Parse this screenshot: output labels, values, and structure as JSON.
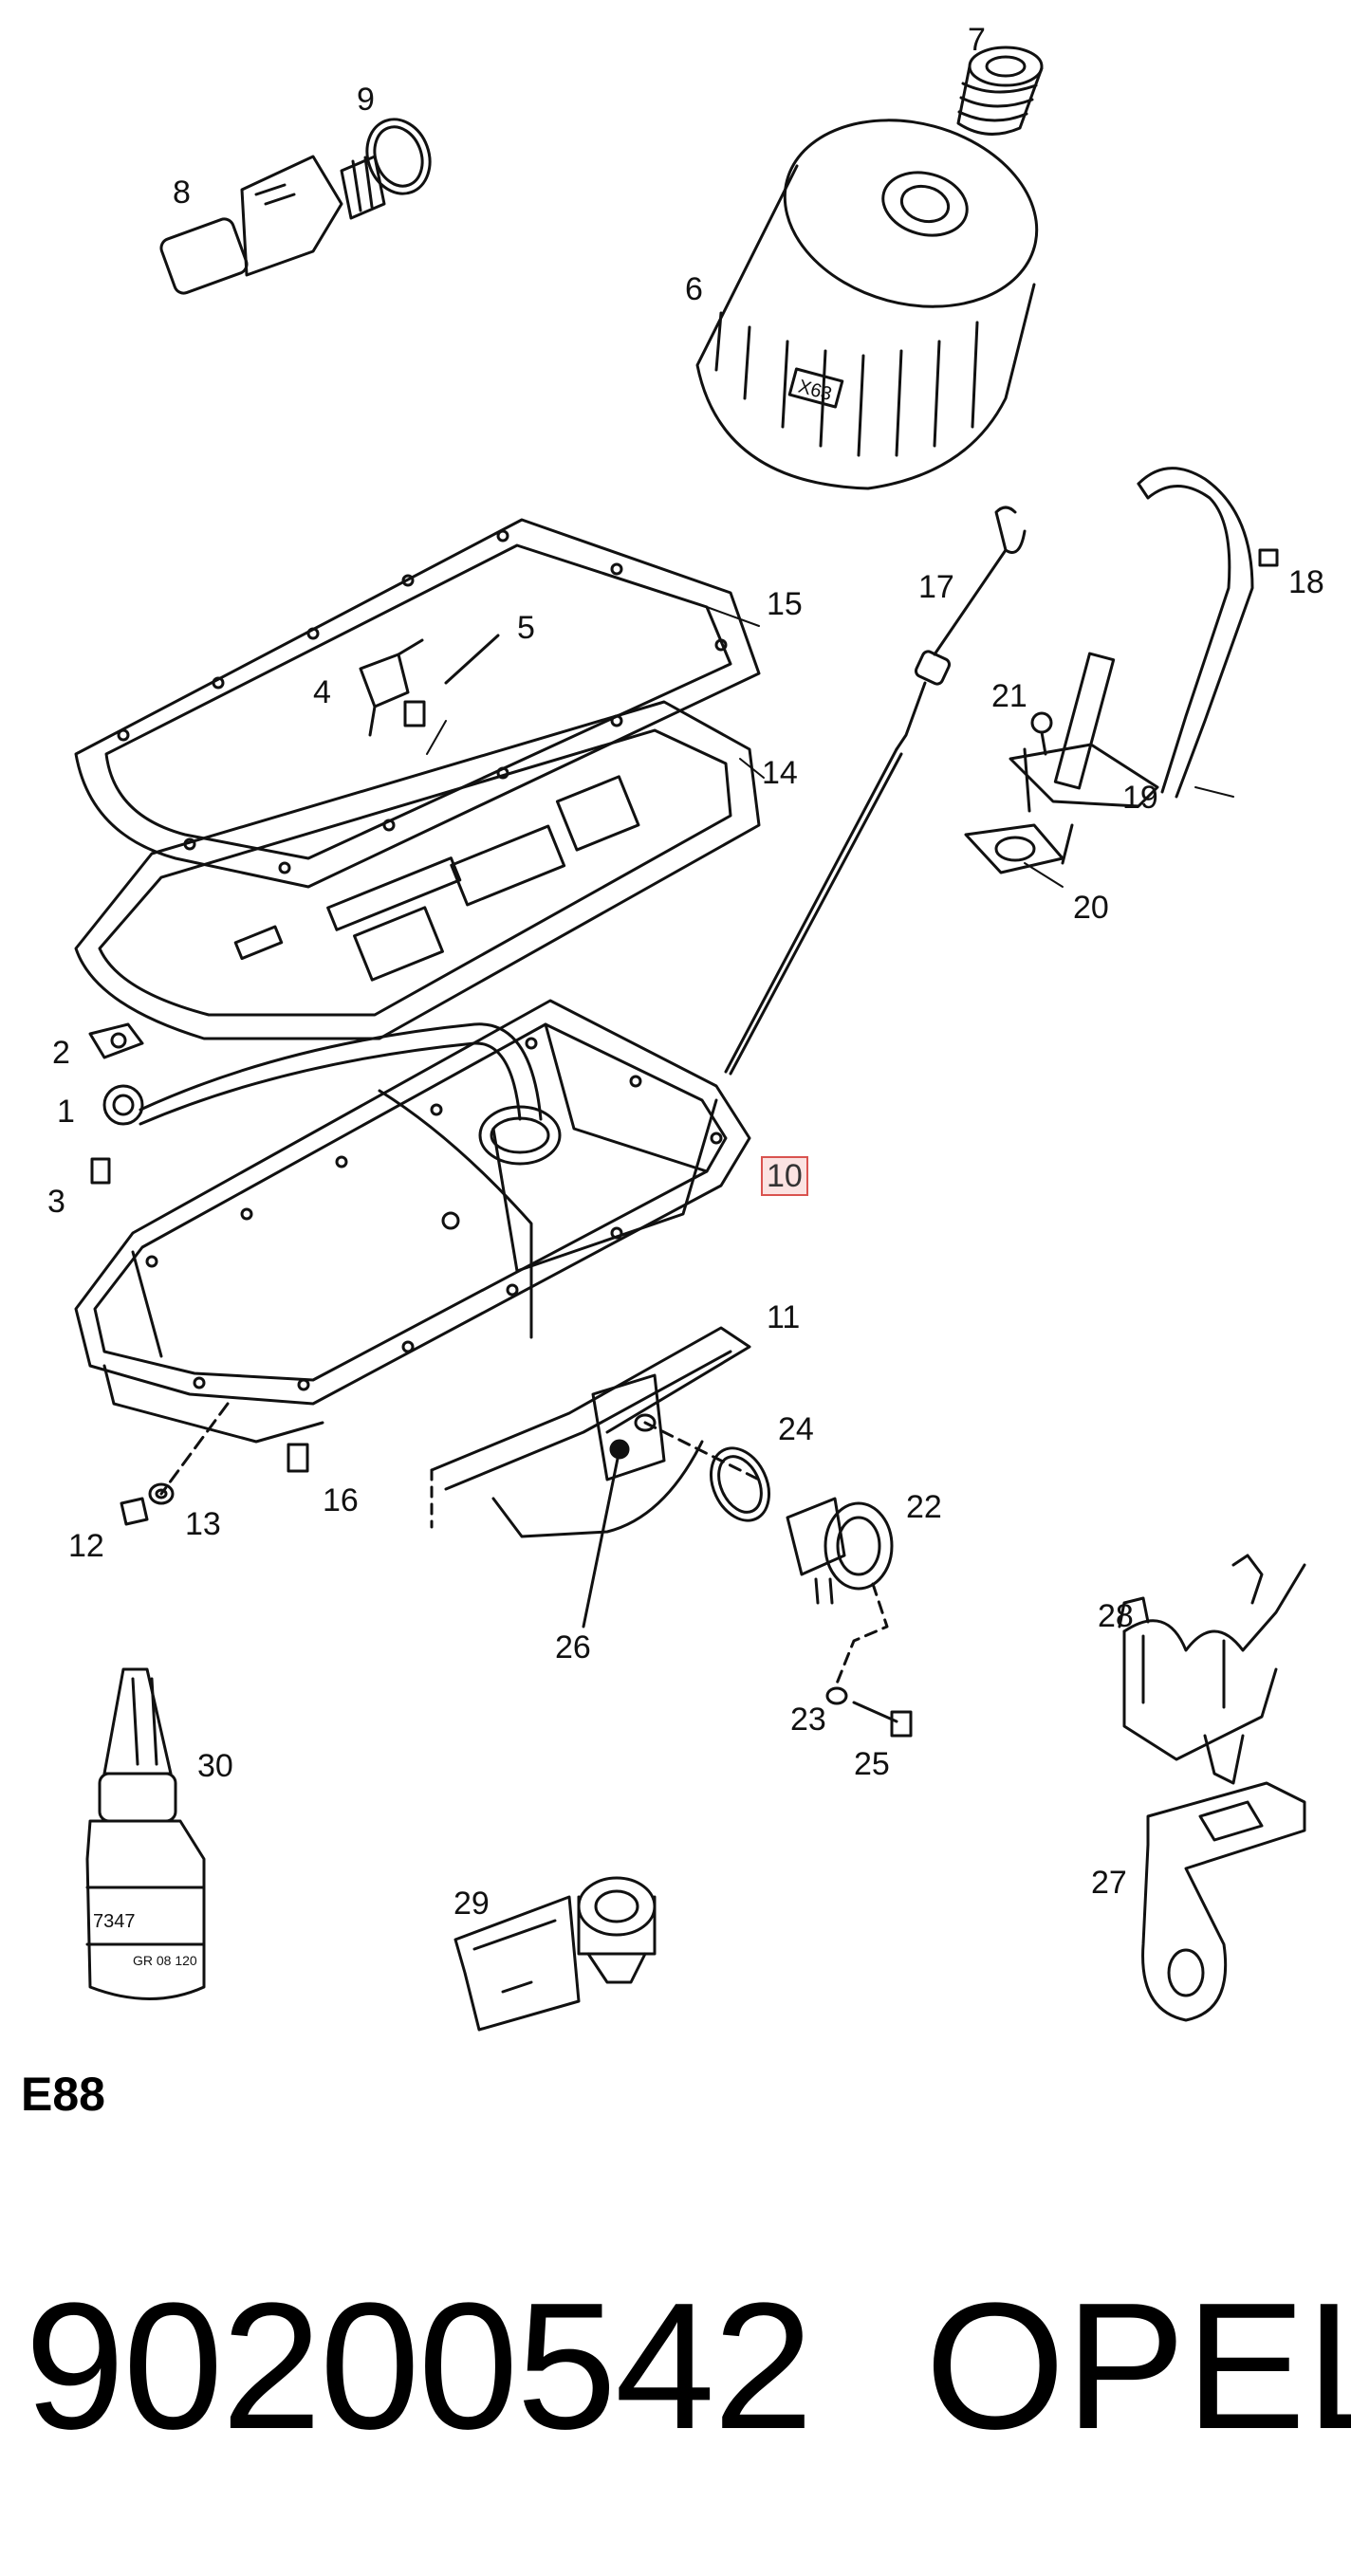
{
  "diagram": {
    "section_code": "E88",
    "part_number": "90200542",
    "brand": "OPEL",
    "highlighted_callout": "10",
    "highlight_color": "#d9534f",
    "highlight_fill": "#fbe3e2",
    "callouts": {
      "c1": "1",
      "c2": "2",
      "c3": "3",
      "c4": "4",
      "c5": "5",
      "c6": "6",
      "c7": "7",
      "c8": "8",
      "c9": "9",
      "c10": "10",
      "c11": "11",
      "c12": "12",
      "c13": "13",
      "c14": "14",
      "c15": "15",
      "c16": "16",
      "c17": "17",
      "c18": "18",
      "c19": "19",
      "c20": "20",
      "c21": "21",
      "c22": "22",
      "c23": "23",
      "c24": "24",
      "c25": "25",
      "c26": "26",
      "c27": "27",
      "c28": "28",
      "c29": "29",
      "c30": "30"
    },
    "filter_marking": "X63",
    "bottle_text": [
      "7347",
      "GR 08 120"
    ]
  }
}
